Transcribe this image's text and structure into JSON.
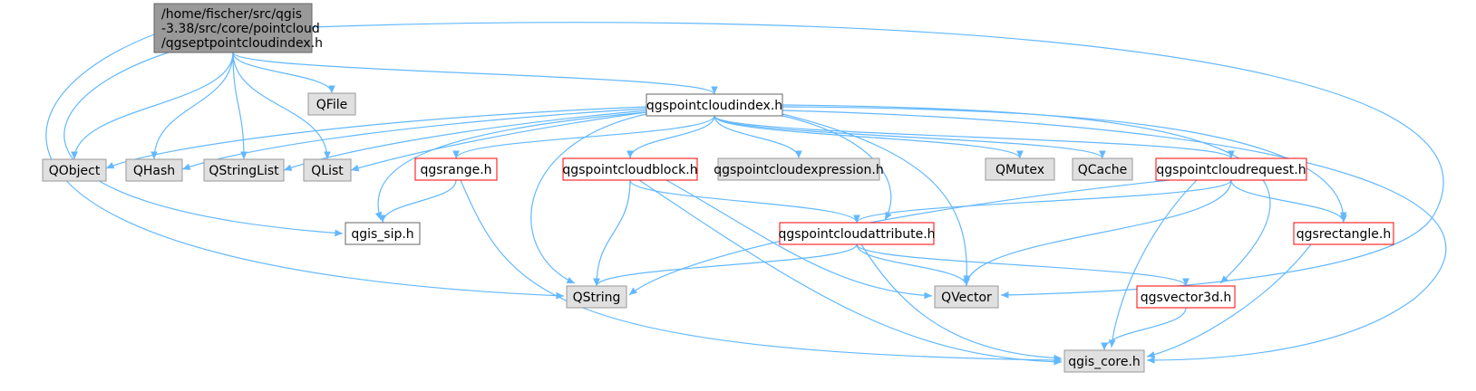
{
  "colors": {
    "edge": "#63b8ff",
    "root_fill": "#999999",
    "gray_fill": "#e0e0e0",
    "gray_stroke": "#999999",
    "white_fill": "#ffffff",
    "red_stroke": "#ff0000",
    "black_stroke": "#666666",
    "text": "#000000"
  },
  "graph": {
    "root": {
      "id": "root",
      "lines": [
        "/home/fischer/src/qgis",
        "-3.38/src/core/pointcloud",
        "/qgseptpointcloudindex.h"
      ]
    },
    "nodes": [
      {
        "id": "qfile",
        "label": "QFile",
        "style": "gray"
      },
      {
        "id": "index",
        "label": "qgspointcloudindex.h",
        "style": "black"
      },
      {
        "id": "qobject",
        "label": "QObject",
        "style": "gray"
      },
      {
        "id": "qhash",
        "label": "QHash",
        "style": "gray"
      },
      {
        "id": "qstringlist",
        "label": "QStringList",
        "style": "gray"
      },
      {
        "id": "qlist",
        "label": "QList",
        "style": "gray"
      },
      {
        "id": "range",
        "label": "qgsrange.h",
        "style": "red"
      },
      {
        "id": "block",
        "label": "qgspointcloudblock.h",
        "style": "red"
      },
      {
        "id": "expr",
        "label": "qgspointcloudexpression.h",
        "style": "gray"
      },
      {
        "id": "qmutex",
        "label": "QMutex",
        "style": "gray"
      },
      {
        "id": "qcache",
        "label": "QCache",
        "style": "gray"
      },
      {
        "id": "request",
        "label": "qgspointcloudrequest.h",
        "style": "red"
      },
      {
        "id": "sip",
        "label": "qgis_sip.h",
        "style": "black"
      },
      {
        "id": "attr",
        "label": "qgspointcloudattribute.h",
        "style": "red"
      },
      {
        "id": "rect",
        "label": "qgsrectangle.h",
        "style": "red"
      },
      {
        "id": "qstring",
        "label": "QString",
        "style": "gray"
      },
      {
        "id": "qvector",
        "label": "QVector",
        "style": "gray"
      },
      {
        "id": "vec3d",
        "label": "qgsvector3d.h",
        "style": "red"
      },
      {
        "id": "core",
        "label": "qgis_core.h",
        "style": "gray"
      }
    ],
    "edges": [
      [
        "root",
        "index"
      ],
      [
        "root",
        "qfile"
      ],
      [
        "root",
        "qobject"
      ],
      [
        "root",
        "qhash"
      ],
      [
        "root",
        "qstringlist"
      ],
      [
        "root",
        "qlist"
      ],
      [
        "root",
        "sip"
      ],
      [
        "root",
        "qstring"
      ],
      [
        "root",
        "qvector"
      ],
      [
        "index",
        "qobject"
      ],
      [
        "index",
        "qhash"
      ],
      [
        "index",
        "qstringlist"
      ],
      [
        "index",
        "qlist"
      ],
      [
        "index",
        "range"
      ],
      [
        "index",
        "block"
      ],
      [
        "index",
        "expr"
      ],
      [
        "index",
        "qmutex"
      ],
      [
        "index",
        "qcache"
      ],
      [
        "index",
        "request"
      ],
      [
        "index",
        "sip"
      ],
      [
        "index",
        "qstring"
      ],
      [
        "index",
        "attr"
      ],
      [
        "index",
        "qvector"
      ],
      [
        "index",
        "rect"
      ],
      [
        "index",
        "vec3d"
      ],
      [
        "index",
        "core"
      ],
      [
        "range",
        "sip"
      ],
      [
        "range",
        "core"
      ],
      [
        "block",
        "qstring"
      ],
      [
        "block",
        "attr"
      ],
      [
        "block",
        "qvector"
      ],
      [
        "block",
        "core"
      ],
      [
        "request",
        "qstring"
      ],
      [
        "request",
        "attr"
      ],
      [
        "request",
        "qvector"
      ],
      [
        "request",
        "rect"
      ],
      [
        "request",
        "core"
      ],
      [
        "attr",
        "qstring"
      ],
      [
        "attr",
        "qvector"
      ],
      [
        "attr",
        "vec3d"
      ],
      [
        "attr",
        "core"
      ],
      [
        "rect",
        "core"
      ],
      [
        "vec3d",
        "core"
      ]
    ]
  }
}
